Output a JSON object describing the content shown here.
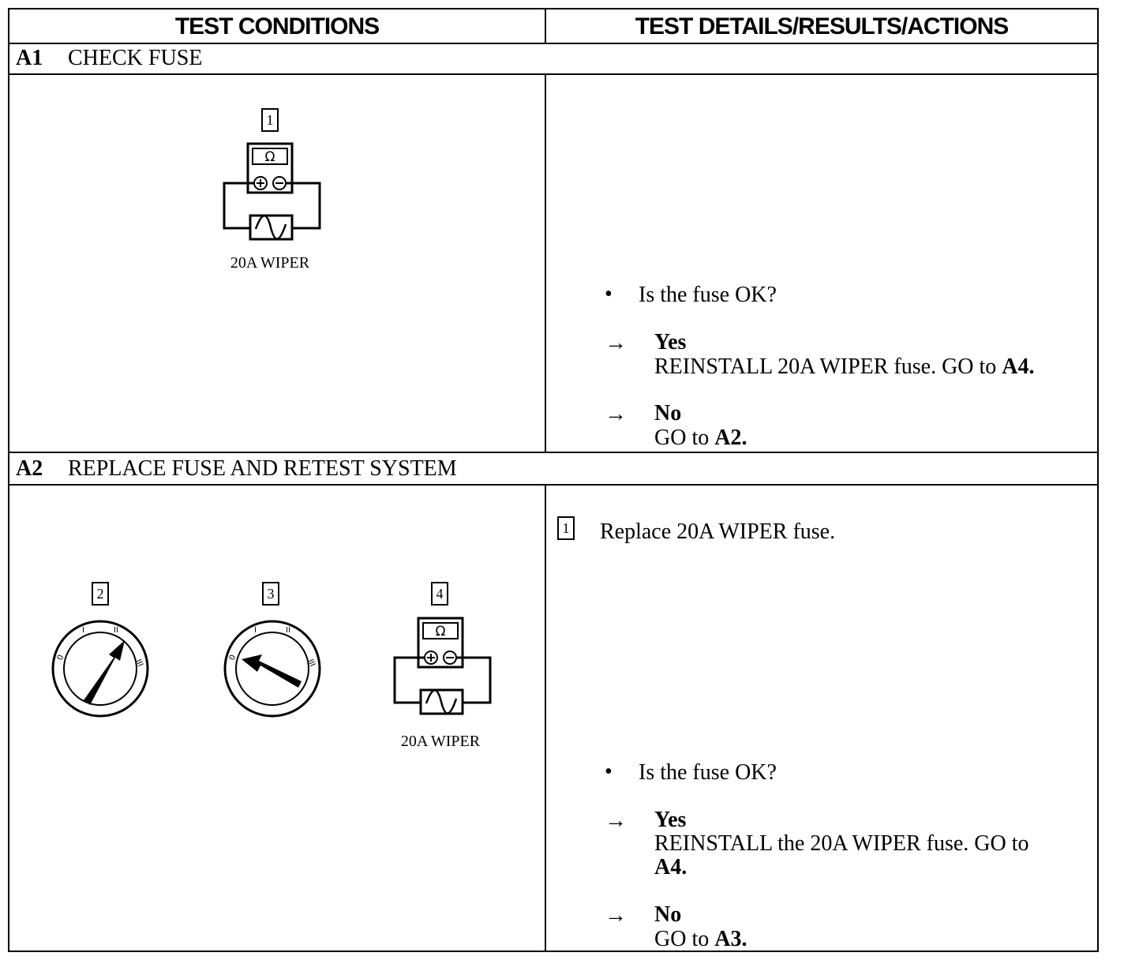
{
  "header": {
    "left": "TEST CONDITIONS",
    "right": "TEST DETAILS/RESULTS/ACTIONS"
  },
  "sections": [
    {
      "id": "A1",
      "title": "CHECK FUSE",
      "figures": [
        {
          "step": "1",
          "icon": "ohmmeter-fuse-icon",
          "symbol": "Ω",
          "label": "20A WIPER"
        }
      ],
      "question": "Is the fuse OK?",
      "yes": {
        "label": "Yes",
        "text": "REINSTALL 20A WIPER fuse. GO to ",
        "ref": "A4."
      },
      "no": {
        "label": "No",
        "text": "GO to ",
        "ref": "A2."
      }
    },
    {
      "id": "A2",
      "title": "REPLACE FUSE AND RETEST SYSTEM",
      "figures": [
        {
          "step": "2",
          "icon": "ignition-switch-run-icon",
          "positions": [
            "0",
            "I",
            "II",
            "III"
          ]
        },
        {
          "step": "3",
          "icon": "ignition-switch-off-icon",
          "positions": [
            "0",
            "I",
            "II",
            "III"
          ]
        },
        {
          "step": "4",
          "icon": "ohmmeter-fuse-icon",
          "symbol": "Ω",
          "label": "20A WIPER"
        }
      ],
      "instruction": {
        "step": "1",
        "text": "Replace 20A WIPER fuse."
      },
      "question": "Is the fuse OK?",
      "yes": {
        "label": "Yes",
        "text_line1": "REINSTALL the 20A WIPER fuse. GO to",
        "ref": "A4."
      },
      "no": {
        "label": "No",
        "text": "GO to ",
        "ref": "A3."
      }
    }
  ],
  "glyphs": {
    "bullet": "•",
    "arrow": "→"
  }
}
